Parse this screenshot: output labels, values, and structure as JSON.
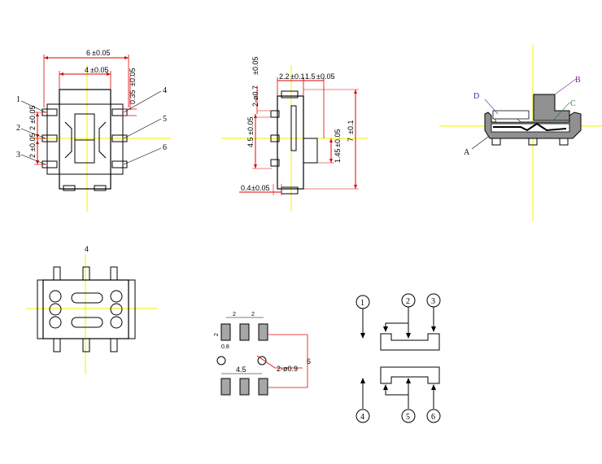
{
  "colors": {
    "dimension": "#e00000",
    "centerline": "#f2f200",
    "outline": "#000000",
    "fill_gray": "#909090",
    "pad_fill": "#a6a6a6",
    "leader_b": "#7a2a8a",
    "leader_c": "#1f7a3a",
    "leader_d": "#2a3a8a"
  },
  "top_view": {
    "dim_total": "6",
    "dim_total_tol": "±0.05",
    "dim_inner": "4",
    "dim_inner_tol": "±0.05",
    "dim_pin_w": "0.35",
    "dim_pin_w_tol": "±0.05",
    "dim_pitch_a": "2",
    "dim_pitch_a_tol": "±0.05",
    "dim_pitch_b": "2",
    "dim_pitch_b_tol": "±0.05",
    "pin_labels": [
      "1",
      "2",
      "3",
      "4",
      "5",
      "6"
    ]
  },
  "side_view": {
    "dim_pin": "2-ø0.7",
    "dim_pin_tol": "±0.05",
    "dim_22": "2.2",
    "dim_22_tol": "±0.1",
    "dim_15": "1.5",
    "dim_15_tol": "±0.05",
    "dim_45": "4.5",
    "dim_45_tol": "±0.05",
    "dim_145": "1.45",
    "dim_145_tol": "±0.05",
    "dim_7": "7",
    "dim_7_tol": "±0.1",
    "dim_04": "0.4",
    "dim_04_tol": "±0.05"
  },
  "section_view": {
    "labels": [
      "A",
      "B",
      "C",
      "D"
    ]
  },
  "bottom_view": {
    "label": "4"
  },
  "footprint": {
    "dim_pitch1": "2",
    "dim_pitch2": "2",
    "dim_pad_h": "2",
    "dim_pad_w": "0.8",
    "dim_hole_pitch": "4.5",
    "dim_hole": "2-ø0.9",
    "dim_height": "6"
  },
  "schematic": {
    "pins": [
      "1",
      "2",
      "3",
      "4",
      "5",
      "6"
    ]
  }
}
